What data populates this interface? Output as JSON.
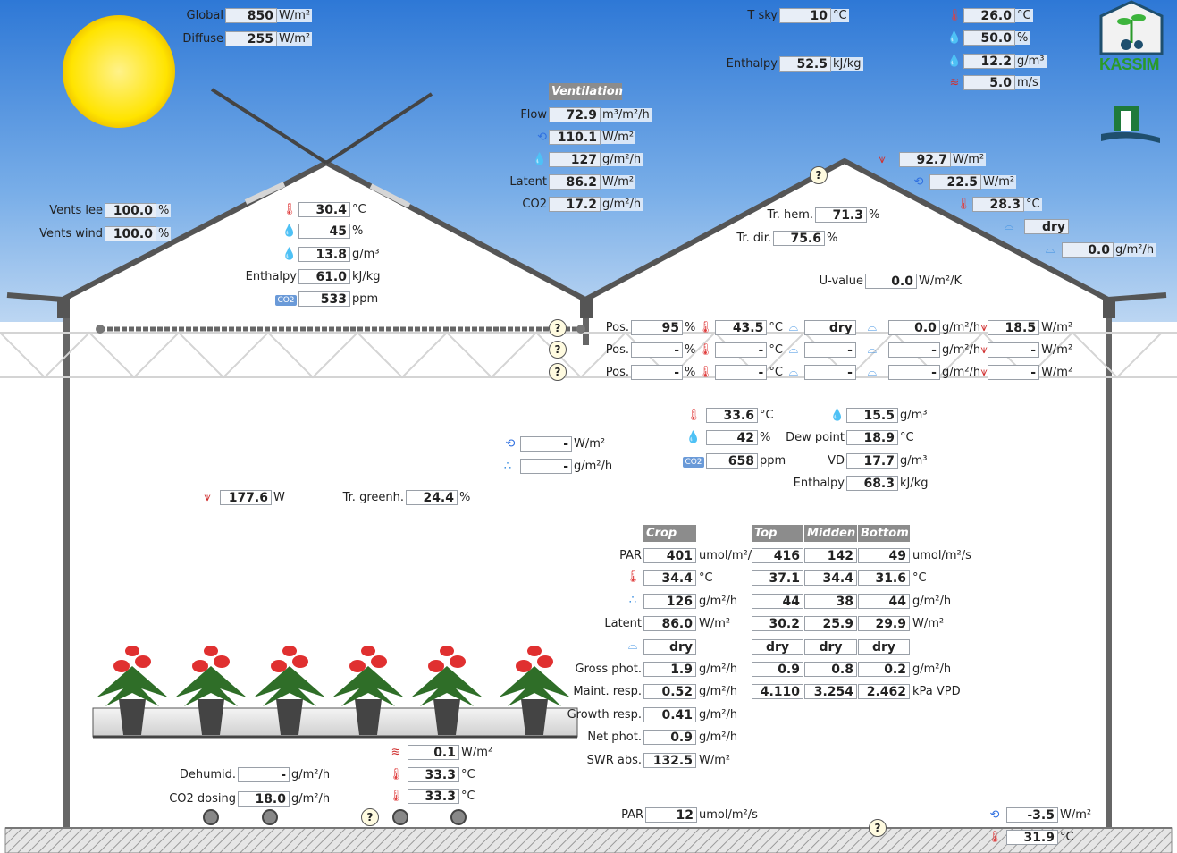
{
  "outside": {
    "global": {
      "label": "Global",
      "value": "850",
      "unit": "W/m²"
    },
    "diffuse": {
      "label": "Diffuse",
      "value": "255",
      "unit": "W/m²"
    },
    "tsky": {
      "label": "T sky",
      "value": "10",
      "unit": "°C"
    },
    "enthalpy": {
      "label": "Enthalpy",
      "value": "52.5",
      "unit": "kJ/kg"
    },
    "temp": {
      "value": "26.0",
      "unit": "°C"
    },
    "rh": {
      "value": "50.0",
      "unit": "%"
    },
    "abs_hum": {
      "value": "12.2",
      "unit": "g/m³"
    },
    "wind": {
      "value": "5.0",
      "unit": "m/s"
    }
  },
  "logo": {
    "text": "KASSIM"
  },
  "ventilation": {
    "header": "Ventilation",
    "flow": {
      "label": "Flow",
      "value": "72.9",
      "unit": "m³/m²/h"
    },
    "heat": {
      "value": "110.1",
      "unit": "W/m²"
    },
    "vapour": {
      "value": "127",
      "unit": "g/m²/h"
    },
    "latent": {
      "label": "Latent",
      "value": "86.2",
      "unit": "W/m²"
    },
    "co2": {
      "label": "CO2",
      "value": "17.2",
      "unit": "g/m²/h"
    }
  },
  "vents": {
    "lee": {
      "label": "Vents lee",
      "value": "100.0",
      "unit": "%"
    },
    "wind": {
      "label": "Vents wind",
      "value": "100.0",
      "unit": "%"
    }
  },
  "top_air": {
    "temp": {
      "value": "30.4",
      "unit": "°C"
    },
    "rh": {
      "value": "45",
      "unit": "%"
    },
    "abs_hum": {
      "value": "13.8",
      "unit": "g/m³"
    },
    "enthalpy": {
      "label": "Enthalpy",
      "value": "61.0",
      "unit": "kJ/kg"
    },
    "co2": {
      "value": "533",
      "unit": "ppm"
    }
  },
  "roof": {
    "radiation": {
      "value": "92.7",
      "unit": "W/m²"
    },
    "convection": {
      "value": "22.5",
      "unit": "W/m²"
    },
    "temp": {
      "value": "28.3",
      "unit": "°C"
    },
    "cond_state": {
      "value": "dry"
    },
    "cond_rate": {
      "value": "0.0",
      "unit": "g/m²/h"
    },
    "tr_hem": {
      "label": "Tr. hem.",
      "value": "71.3",
      "unit": "%"
    },
    "tr_dir": {
      "label": "Tr. dir.",
      "value": "75.6",
      "unit": "%"
    },
    "uvalue": {
      "label": "U-value",
      "value": "0.0",
      "unit": "W/m²/K"
    }
  },
  "screens": [
    {
      "pos_label": "Pos.",
      "pos": "95",
      "pos_unit": "%",
      "temp": "43.5",
      "temp_unit": "°C",
      "state": "dry",
      "cond": "0.0",
      "cond_unit": "g/m²/h",
      "rad": "18.5",
      "rad_unit": "W/m²"
    },
    {
      "pos_label": "Pos.",
      "pos": "-",
      "pos_unit": "%",
      "temp": "-",
      "temp_unit": "°C",
      "state": "-",
      "cond": "-",
      "cond_unit": "g/m²/h",
      "rad": "-",
      "rad_unit": "W/m²"
    },
    {
      "pos_label": "Pos.",
      "pos": "-",
      "pos_unit": "%",
      "temp": "-",
      "temp_unit": "°C",
      "state": "-",
      "cond": "-",
      "cond_unit": "g/m²/h",
      "rad": "-",
      "rad_unit": "W/m²"
    }
  ],
  "leak": {
    "heat": {
      "value": "-",
      "unit": "W/m²"
    },
    "vapour": {
      "value": "-",
      "unit": "g/m²/h"
    }
  },
  "greenhouse_air": {
    "temp": {
      "value": "33.6",
      "unit": "°C"
    },
    "rh": {
      "value": "42",
      "unit": "%"
    },
    "co2": {
      "value": "658",
      "unit": "ppm"
    },
    "abs_hum": {
      "value": "15.5",
      "unit": "g/m³"
    },
    "dew_point": {
      "label": "Dew point",
      "value": "18.9",
      "unit": "°C"
    },
    "vd": {
      "label": "VD",
      "value": "17.7",
      "unit": "g/m³"
    },
    "enthalpy": {
      "label": "Enthalpy",
      "value": "68.3",
      "unit": "kJ/kg"
    }
  },
  "lamp": {
    "value": "177.6",
    "unit": "W"
  },
  "tr_greenh": {
    "label": "Tr. greenh.",
    "value": "24.4",
    "unit": "%"
  },
  "crop": {
    "header": "Crop",
    "layer_headers": [
      "Top",
      "Midden",
      "Bottom"
    ],
    "rows": [
      {
        "label": "PAR",
        "crop": "401",
        "crop_unit": "umol/m²/s",
        "layers": [
          "416",
          "142",
          "49"
        ],
        "layer_unit": "umol/m²/s"
      },
      {
        "label": "",
        "icon": "thermometer-icon",
        "crop": "34.4",
        "crop_unit": "°C",
        "layers": [
          "37.1",
          "34.4",
          "31.6"
        ],
        "layer_unit": "°C"
      },
      {
        "label": "",
        "icon": "transpiration-icon",
        "crop": "126",
        "crop_unit": "g/m²/h",
        "layers": [
          "44",
          "38",
          "44"
        ],
        "layer_unit": "g/m²/h"
      },
      {
        "label": "Latent",
        "crop": "86.0",
        "crop_unit": "W/m²",
        "layers": [
          "30.2",
          "25.9",
          "29.9"
        ],
        "layer_unit": "W/m²"
      },
      {
        "label": "",
        "icon": "condensation-icon",
        "crop": "dry",
        "crop_unit": "",
        "layers": [
          "dry",
          "dry",
          "dry"
        ],
        "layer_unit": ""
      },
      {
        "label": "Gross phot.",
        "crop": "1.9",
        "crop_unit": "g/m²/h",
        "layers": [
          "0.9",
          "0.8",
          "0.2"
        ],
        "layer_unit": "g/m²/h"
      },
      {
        "label": "Maint. resp.",
        "crop": "0.52",
        "crop_unit": "g/m²/h",
        "layers": [
          "4.110",
          "3.254",
          "2.462"
        ],
        "layer_unit": "kPa VPD"
      },
      {
        "label": "Growth resp.",
        "crop": "0.41",
        "crop_unit": "g/m²/h"
      },
      {
        "label": "Net phot.",
        "crop": "0.9",
        "crop_unit": "g/m²/h"
      },
      {
        "label": "SWR abs.",
        "crop": "132.5",
        "crop_unit": "W/m²"
      }
    ]
  },
  "heating": {
    "pipe": {
      "value": "0.1",
      "unit": "W/m²"
    },
    "temp1": {
      "value": "33.3",
      "unit": "°C"
    },
    "temp2": {
      "value": "33.3",
      "unit": "°C"
    }
  },
  "dehumid": {
    "label": "Dehumid.",
    "value": "-",
    "unit": "g/m²/h"
  },
  "co2dosing": {
    "label": "CO2 dosing",
    "value": "18.0",
    "unit": "g/m²/h"
  },
  "floor": {
    "par": {
      "label": "PAR",
      "value": "12",
      "unit": "umol/m²/s"
    },
    "heat": {
      "value": "-3.5",
      "unit": "W/m²"
    },
    "temp": {
      "value": "31.9",
      "unit": "°C"
    }
  },
  "help": {
    "text": "?"
  }
}
